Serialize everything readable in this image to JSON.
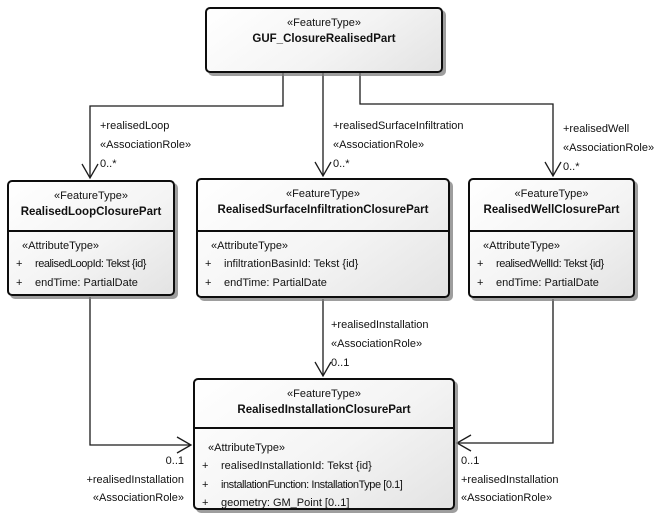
{
  "diagram": {
    "kind": "uml-class-diagram",
    "colors": {
      "background": "#ffffff",
      "line": "#1b1b1b",
      "box_border": "#0d0d0d",
      "box_fill_light": "#ffffff",
      "box_fill_dark": "#e3e3e3",
      "shadow": "#7d7d7d"
    }
  },
  "classes": {
    "guf": {
      "stereotype": "«FeatureType»",
      "name": "GUF_ClosureRealisedPart"
    },
    "loop": {
      "stereotype": "«FeatureType»",
      "name": "RealisedLoopClosurePart",
      "attr_stereotype": "«AttributeType»",
      "attributes": [
        {
          "vis": "+",
          "text": "realisedLoopId: Tekst {id}"
        },
        {
          "vis": "+",
          "text": "endTime: PartialDate"
        }
      ]
    },
    "surface": {
      "stereotype": "«FeatureType»",
      "name": "RealisedSurfaceInfiltrationClosurePart",
      "attr_stereotype": "«AttributeType»",
      "attributes": [
        {
          "vis": "+",
          "text": "infiltrationBasinId: Tekst {id}"
        },
        {
          "vis": "+",
          "text": "endTime: PartialDate"
        }
      ]
    },
    "well": {
      "stereotype": "«FeatureType»",
      "name": "RealisedWellClosurePart",
      "attr_stereotype": "«AttributeType»",
      "attributes": [
        {
          "vis": "+",
          "text": "realisedWellId: Tekst {id}"
        },
        {
          "vis": "+",
          "text": "endTime: PartialDate"
        }
      ]
    },
    "installation": {
      "stereotype": "«FeatureType»",
      "name": "RealisedInstallationClosurePart",
      "attr_stereotype": "«AttributeType»",
      "attributes": [
        {
          "vis": "+",
          "text": "realisedInstallationId: Tekst {id}"
        },
        {
          "vis": "+",
          "text": "installationFunction: InstallationType [0.1]"
        },
        {
          "vis": "+",
          "text": "geometry: GM_Point [0..1]"
        }
      ]
    }
  },
  "associations": {
    "realised_loop": {
      "role": "+realisedLoop",
      "stereotype": "«AssociationRole»",
      "multiplicity": "0..*"
    },
    "realised_surface_infiltration": {
      "role": "+realisedSurfaceInfiltration",
      "stereotype": "«AssociationRole»",
      "multiplicity": "0..*"
    },
    "realised_well": {
      "role": "+realisedWell",
      "stereotype": "«AssociationRole»",
      "multiplicity": "0..*"
    },
    "realised_installation_from_surface": {
      "role": "+realisedInstallation",
      "stereotype": "«AssociationRole»",
      "multiplicity": "0..1"
    },
    "realised_installation_from_loop": {
      "multiplicity": "0..1",
      "role": "+realisedInstallation",
      "stereotype": "«AssociationRole»"
    },
    "realised_installation_from_well": {
      "multiplicity": "0..1",
      "role": "+realisedInstallation",
      "stereotype": "«AssociationRole»"
    }
  }
}
